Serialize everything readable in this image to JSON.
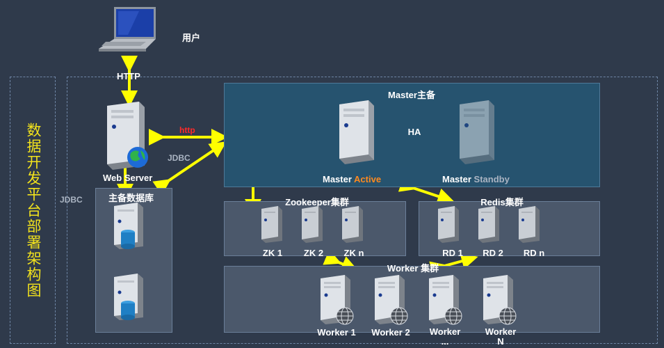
{
  "title": "数据开发平台部署架构图",
  "user_label": "用户",
  "http_label": "HTTP",
  "http_lower_label": "http",
  "jdbc_label_1": "JDBC",
  "jdbc_label_2": "JDBC",
  "web_server_label": "Web Server",
  "db_group_label": "主备数据库",
  "master_group_label": "Master主备",
  "ha_label": "HA",
  "master_active": {
    "prefix": "Master ",
    "state": "Active"
  },
  "master_standby": {
    "prefix": "Master ",
    "state": "Standby"
  },
  "zookeeper_group_label": "Zookeeper集群",
  "zk_nodes": [
    "ZK 1",
    "ZK 2",
    "ZK n"
  ],
  "redis_group_label": "Redis集群",
  "rd_nodes": [
    "RD 1",
    "RD 2",
    "RD n"
  ],
  "worker_group_label": "Worker 集群",
  "worker_nodes": [
    "Worker 1",
    "Worker 2",
    "Worker\n...",
    "Worker\nN"
  ],
  "colors": {
    "background": "#2f3a4b",
    "title": "#f2e21c",
    "arrow": "#ffff00",
    "active": "#ff8a1f",
    "http": "#ff2a2a"
  }
}
